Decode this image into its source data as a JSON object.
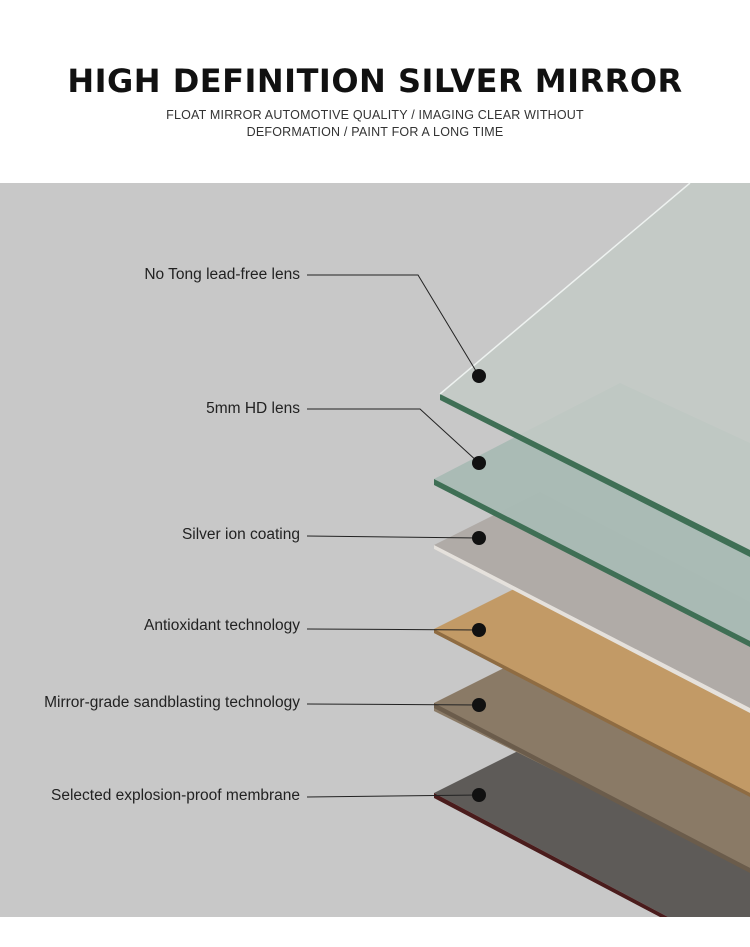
{
  "header": {
    "title": "HIGH DEFINITION SILVER MIRROR",
    "subtitle_line1": "FLOAT MIRROR AUTOMOTIVE QUALITY / IMAGING CLEAR WITHOUT",
    "subtitle_line2": "DEFORMATION / PAINT FOR A LONG TIME"
  },
  "layers": [
    {
      "label": "No Tong lead-free lens",
      "color": "#c9cecb"
    },
    {
      "label": "5mm HD lens",
      "color": "#a9bab4"
    },
    {
      "label": "Silver ion coating",
      "color": "#b0aba7"
    },
    {
      "label": "Antioxidant technology",
      "color": "#c29a66"
    },
    {
      "label": "Mirror-grade sandblasting technology",
      "color": "#8a7a66"
    },
    {
      "label": "Selected explosion-proof membrane",
      "color": "#5e5b58"
    }
  ],
  "colors": {
    "background_panel": "#c8c8c8",
    "title_text": "#111111",
    "glass_edge": "#3f6f55",
    "dot": "#111111"
  }
}
